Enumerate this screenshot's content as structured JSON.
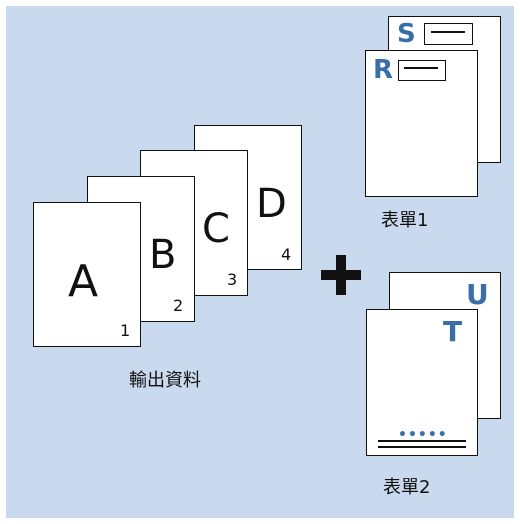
{
  "output_docs": {
    "pages": [
      {
        "letter": "A",
        "number": "1"
      },
      {
        "letter": "B",
        "number": "2"
      },
      {
        "letter": "C",
        "number": "3"
      },
      {
        "letter": "D",
        "number": "4"
      }
    ],
    "caption": "輸出資料"
  },
  "form1": {
    "back_letter": "S",
    "front_letter": "R",
    "caption": "表單1"
  },
  "form2": {
    "back_letter": "U",
    "front_letter": "T",
    "dots": "•••••",
    "caption": "表單2"
  },
  "colors": {
    "background": "#c9d9ee",
    "accent": "#3a6ea9"
  }
}
